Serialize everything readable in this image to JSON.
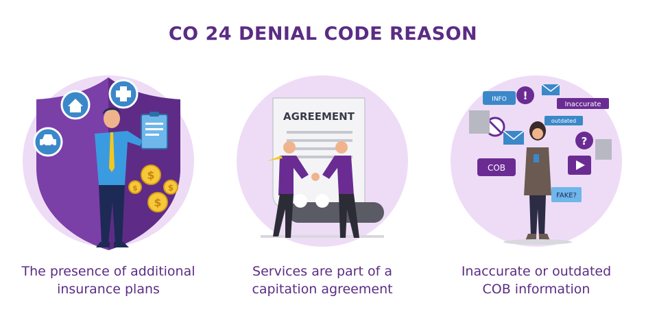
{
  "title": "CO 24 DENIAL CODE REASON",
  "colors": {
    "title": "#5b2c83",
    "caption": "#5b2c83",
    "shield": "#7b3fa8",
    "blob": "#eedcf6",
    "accent": "#3b88c9"
  },
  "panels": [
    {
      "caption_line1": "The presence of additional",
      "caption_line2": "insurance plans",
      "icons": [
        "home-icon",
        "medical-cross-icon",
        "car-icon",
        "clipboard-icon",
        "dollar-coin-icon"
      ]
    },
    {
      "caption_line1": "Services are part of a",
      "caption_line2": "capitation agreement",
      "document_heading": "AGREEMENT"
    },
    {
      "caption_line1": "Inaccurate or outdated",
      "caption_line2": "COB information",
      "tags": {
        "info": "INFO",
        "inaccurate": "Inaccurate",
        "outdated": "outdated",
        "cob": "COB",
        "fake": "FAKE?"
      }
    }
  ]
}
